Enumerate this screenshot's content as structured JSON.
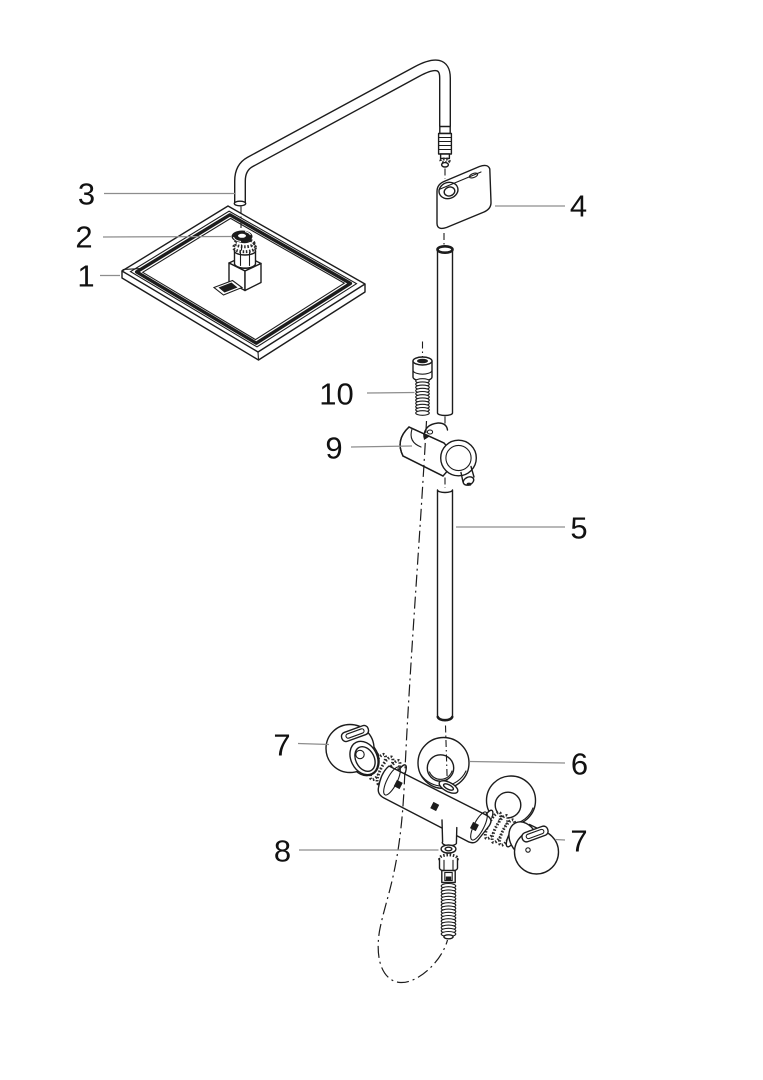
{
  "figure": {
    "type": "exploded-parts-technical-drawing",
    "subject": "shower column system: overhead shower, shower arm, wall bracket, rail, slider, thermostatic mixer and hose",
    "background_color": "#ffffff",
    "line_color": "#1c1c1c",
    "leader_line_color": "#8d8d8d",
    "label_color": "#111111"
  },
  "callouts": [
    {
      "number": "3",
      "part": "shower-arm"
    },
    {
      "number": "2",
      "part": "washer-seal"
    },
    {
      "number": "1",
      "part": "overhead-shower-head"
    },
    {
      "number": "4",
      "part": "wall-bracket"
    },
    {
      "number": "10",
      "part": "clamp-screw-with-spring"
    },
    {
      "number": "9",
      "part": "hand-shower-slider"
    },
    {
      "number": "5",
      "part": "shower-rail-pipe"
    },
    {
      "number": "7",
      "part": "handle-left"
    },
    {
      "number": "6",
      "part": "escutcheon-flange"
    },
    {
      "number": "7",
      "part": "handle-right"
    },
    {
      "number": "8",
      "part": "hose-gasket"
    }
  ]
}
